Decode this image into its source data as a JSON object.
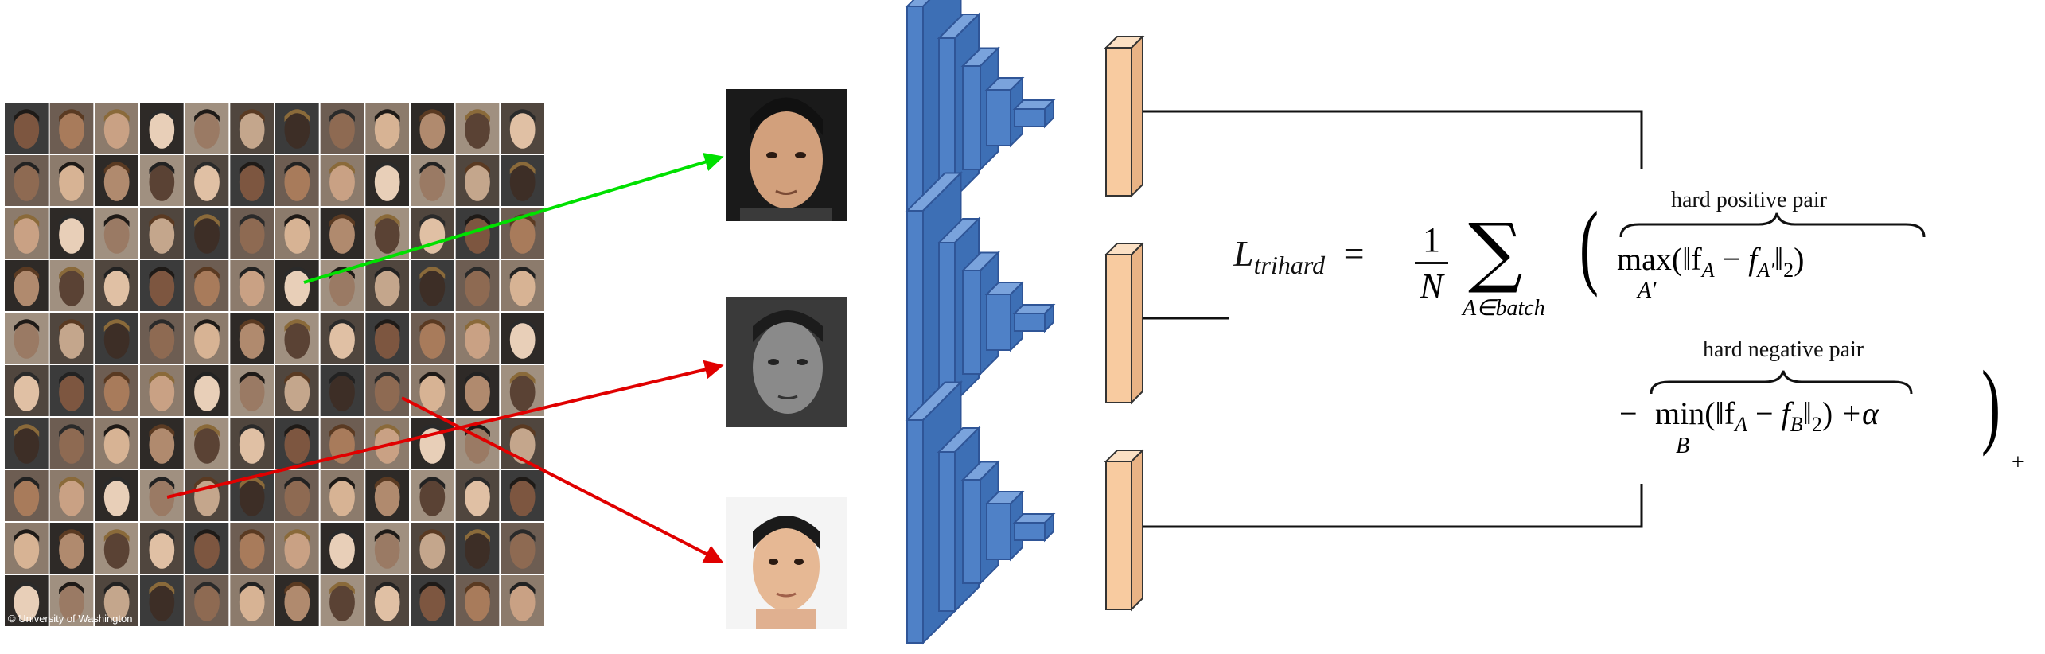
{
  "photo_grid": {
    "rows": 10,
    "cols": 12,
    "credit": "© University of Washington",
    "tone_palette": [
      "#c9a184",
      "#a87b5b",
      "#7d5640",
      "#e0c0a4",
      "#5a4234",
      "#b08a6e",
      "#d7b394",
      "#8e6a52",
      "#3d2e26",
      "#c4a68c",
      "#9a7a64",
      "#e8cfb8"
    ]
  },
  "faces": {
    "anchor": "anchor-face",
    "positive": "positive-face",
    "negative": "negative-face"
  },
  "arrows": [
    {
      "kind": "positive",
      "color": "#00e000"
    },
    {
      "kind": "negative",
      "color": "#e00000"
    },
    {
      "kind": "negative",
      "color": "#e00000"
    }
  ],
  "colors": {
    "cnn_blue": "#4f81c7",
    "cnn_dark": "#2f5597",
    "feature_fill": "#f8cba0",
    "feature_stroke": "#333333"
  },
  "formula": {
    "lhs_main": "L",
    "lhs_sub": "trihard",
    "equals": "=",
    "frac_num": "1",
    "frac_den": "N",
    "sum_symbol": "∑",
    "sum_sub": "A∈batch",
    "open_paren": "(",
    "positive_label": "hard positive pair",
    "max_term": "max(‖f",
    "max_sub": "A′",
    "max_inner_a": "A",
    "max_inner_b": "A′",
    "negative_label": "hard negative pair",
    "minus": "−",
    "min_term": "min(‖f",
    "min_sub": "B",
    "min_inner_a": "A",
    "min_inner_b": "B",
    "norm_sub": "2",
    "plus_alpha": "+α",
    "close_paren": ")",
    "plus_sub": "+"
  }
}
